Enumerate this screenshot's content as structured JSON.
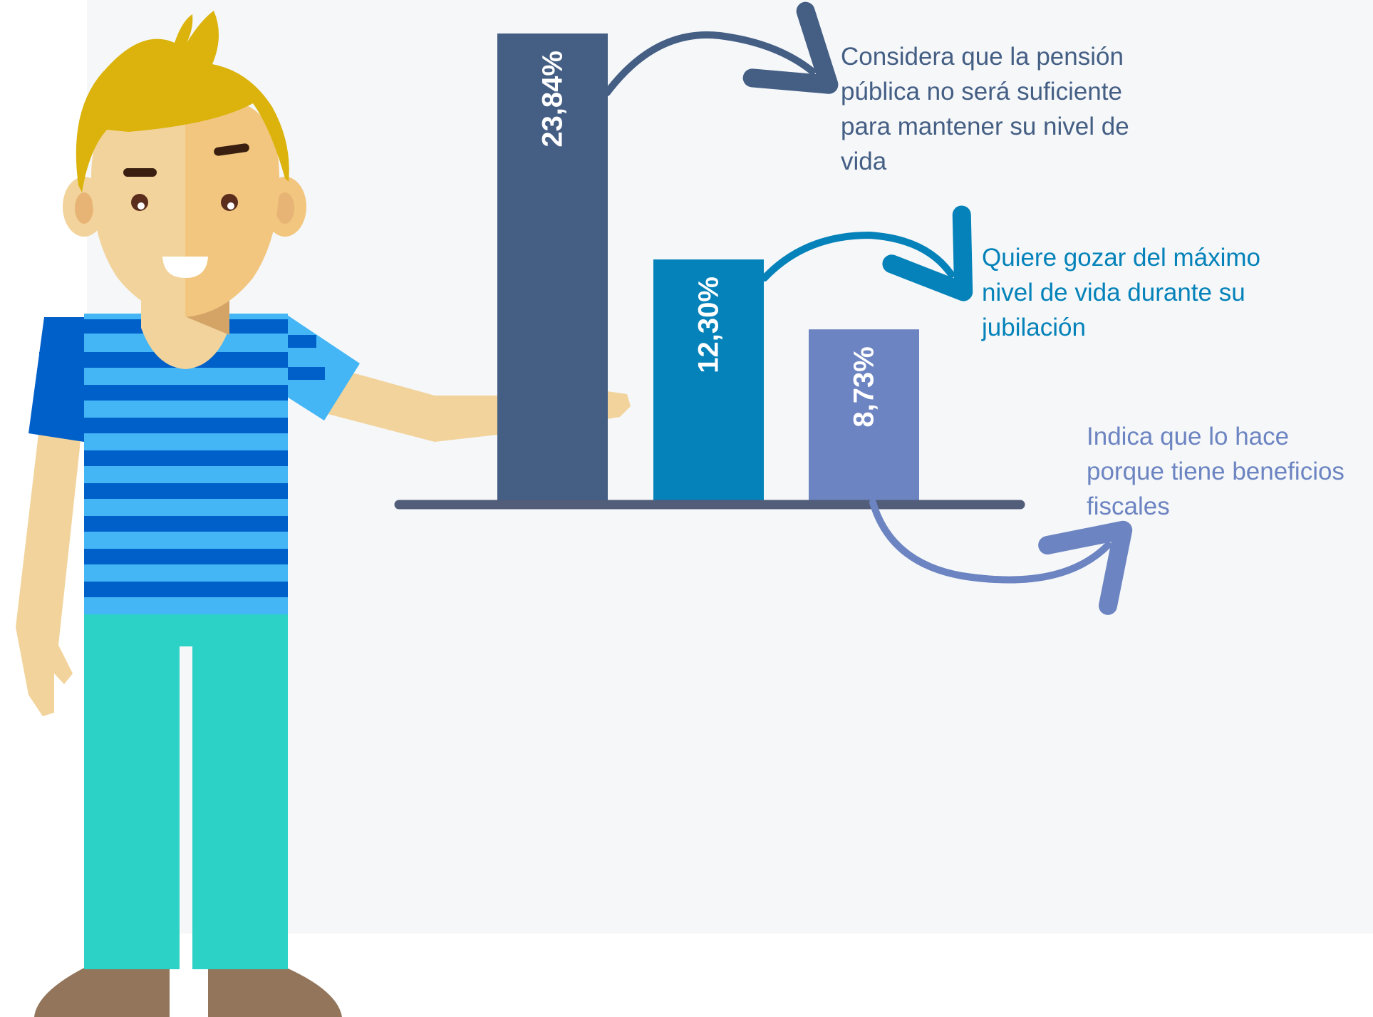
{
  "chart_data": {
    "type": "bar",
    "categories": [
      "Considera que la pensión pública no será suficiente para mantener su nivel de vida",
      "Quiere gozar del máximo nivel de vida durante su jubilación",
      "Indica que lo hace porque tiene beneficios fiscales"
    ],
    "values": [
      23.84,
      12.3,
      8.73
    ],
    "value_labels": [
      "23,84%",
      "12,30%",
      "8,73%"
    ],
    "annotations": [
      [
        "Considera que la pensión",
        "pública no será suficiente",
        "para mantener su nivel de",
        "vida"
      ],
      [
        "Quiere gozar del máximo",
        "nivel de vida durante su",
        "jubilación"
      ],
      [
        "Indica que lo hace",
        "porque tiene beneficios",
        "fiscales"
      ]
    ],
    "colors": [
      "#445e84",
      "#0482b9",
      "#6c84c1"
    ],
    "baseline_color": "#525d79",
    "ylim": [
      0,
      25
    ],
    "grid": false,
    "legend": "none"
  }
}
